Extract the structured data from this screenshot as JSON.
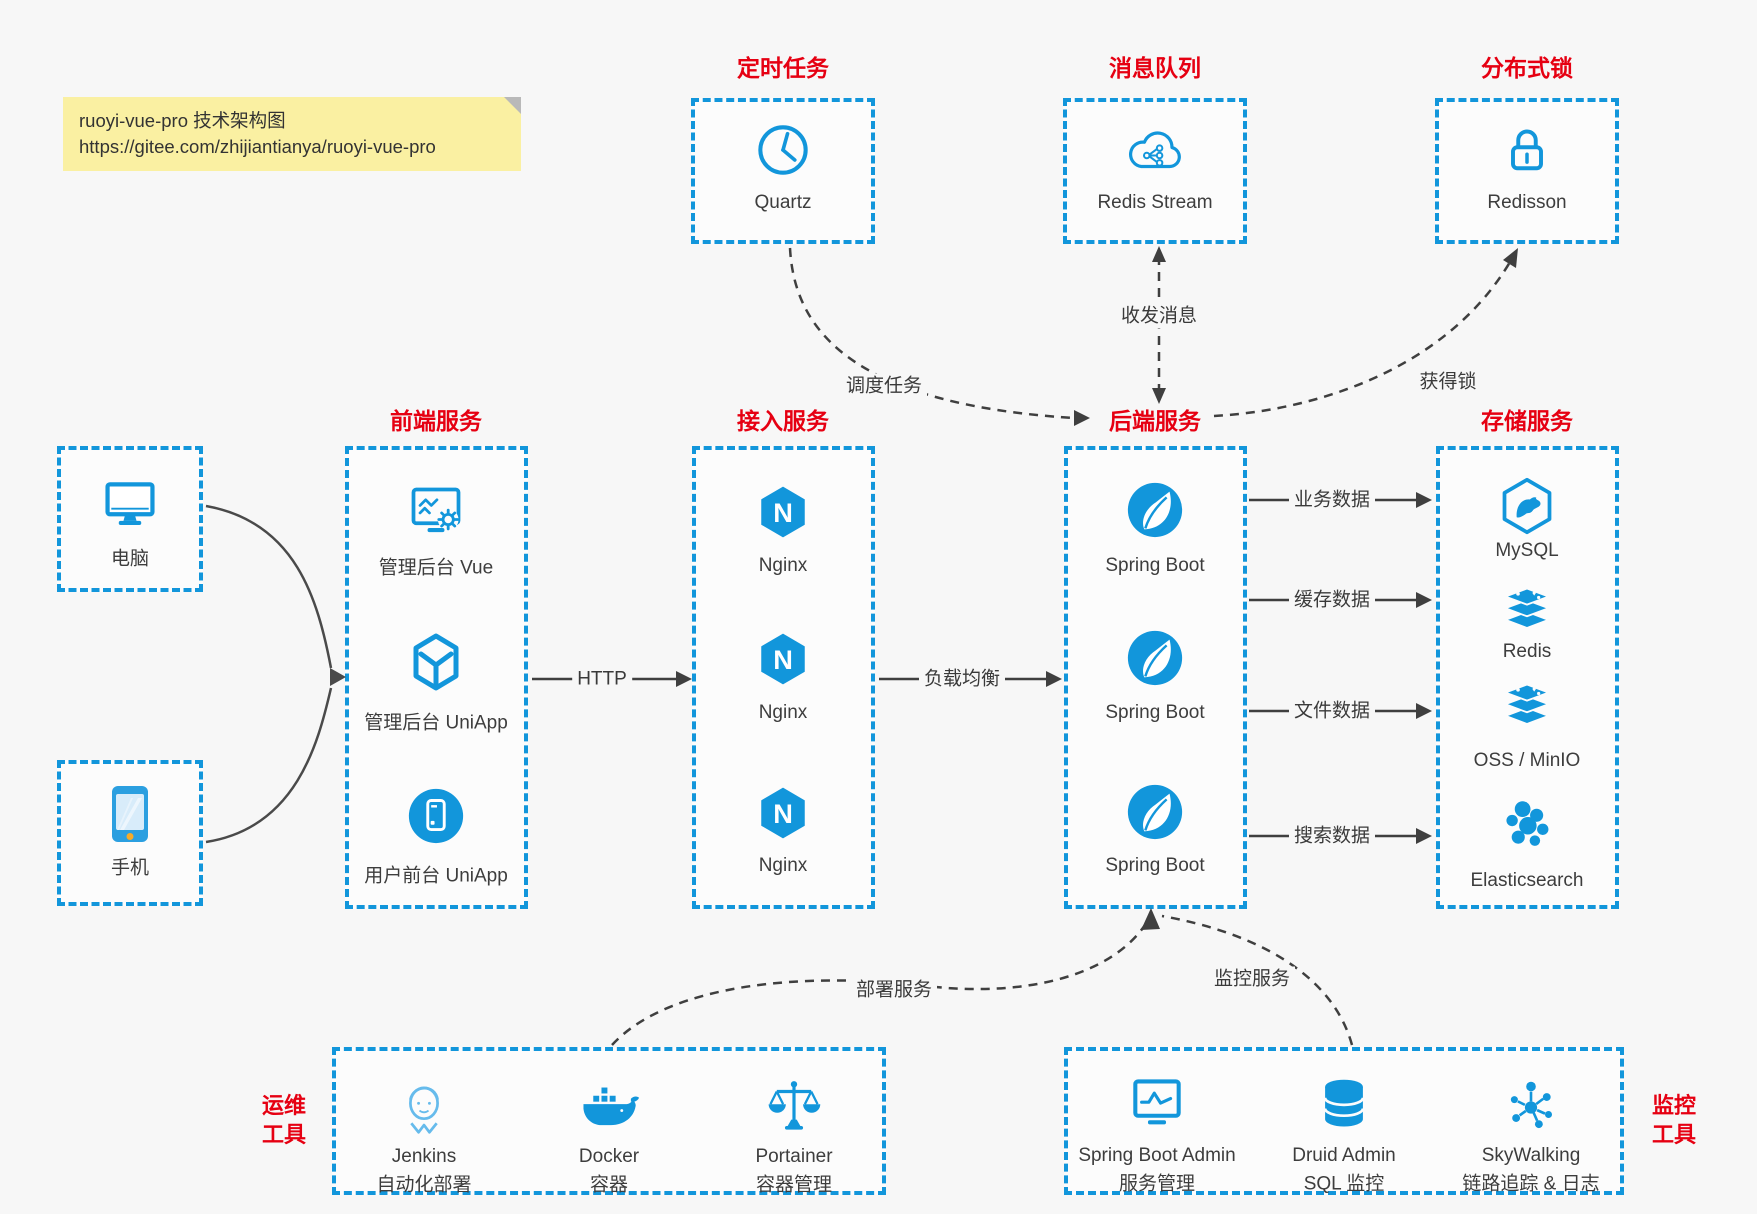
{
  "note": {
    "line1": "ruoyi-vue-pro 技术架构图",
    "line2": "https://gitee.com/zhijiantianya/ruoyi-vue-pro"
  },
  "colors": {
    "accent_blue": "#1296db",
    "title_red": "#e60012",
    "connector_dark": "#3f3f3f",
    "label_gray": "#3d3d3d",
    "note_bg": "#faf0a2",
    "page_bg": "#f7f7f7"
  },
  "top_groups": [
    {
      "title": "定时任务",
      "items": [
        {
          "icon": "clock-icon",
          "label": "Quartz"
        }
      ]
    },
    {
      "title": "消息队列",
      "items": [
        {
          "icon": "cloud-stream-icon",
          "label": "Redis Stream"
        }
      ]
    },
    {
      "title": "分布式锁",
      "items": [
        {
          "icon": "lock-icon",
          "label": "Redisson"
        }
      ]
    }
  ],
  "clients": [
    {
      "icon": "desktop-icon",
      "label": "电脑"
    },
    {
      "icon": "smartphone-icon",
      "label": "手机"
    }
  ],
  "columns": [
    {
      "title": "前端服务",
      "items": [
        {
          "icon": "admin-vue-icon",
          "label": "管理后台 Vue"
        },
        {
          "icon": "uniapp-cube-icon",
          "label": "管理后台 UniApp"
        },
        {
          "icon": "user-app-icon",
          "label": "用户前台 UniApp"
        }
      ]
    },
    {
      "title": "接入服务",
      "items": [
        {
          "icon": "nginx-icon",
          "label": "Nginx"
        },
        {
          "icon": "nginx-icon",
          "label": "Nginx"
        },
        {
          "icon": "nginx-icon",
          "label": "Nginx"
        }
      ]
    },
    {
      "title": "后端服务",
      "items": [
        {
          "icon": "spring-boot-icon",
          "label": "Spring Boot"
        },
        {
          "icon": "spring-boot-icon",
          "label": "Spring Boot"
        },
        {
          "icon": "spring-boot-icon",
          "label": "Spring Boot"
        }
      ]
    },
    {
      "title": "存储服务",
      "items": [
        {
          "icon": "mysql-icon",
          "label": "MySQL"
        },
        {
          "icon": "redis-icon",
          "label": "Redis"
        },
        {
          "icon": "storage-stack-icon",
          "label": "OSS / MinIO"
        },
        {
          "icon": "elasticsearch-icon",
          "label": "Elasticsearch"
        }
      ]
    }
  ],
  "bottom_groups": [
    {
      "title_line1": "运维",
      "title_line2": "工具",
      "items": [
        {
          "icon": "jenkins-icon",
          "label": "Jenkins",
          "sublabel": "自动化部署"
        },
        {
          "icon": "docker-icon",
          "label": "Docker",
          "sublabel": "容器"
        },
        {
          "icon": "portainer-icon",
          "label": "Portainer",
          "sublabel": "容器管理"
        }
      ]
    },
    {
      "title_line1": "监控",
      "title_line2": "工具",
      "items": [
        {
          "icon": "spring-boot-admin-icon",
          "label": "Spring Boot Admin",
          "sublabel": "服务管理"
        },
        {
          "icon": "druid-icon",
          "label": "Druid Admin",
          "sublabel": "SQL 监控"
        },
        {
          "icon": "skywalking-icon",
          "label": "SkyWalking",
          "sublabel": "链路追踪 & 日志"
        }
      ]
    }
  ],
  "edge_labels": {
    "http": "HTTP",
    "load_balance": "负载均衡",
    "schedule": "调度任务",
    "messaging": "收发消息",
    "lock": "获得锁",
    "business": "业务数据",
    "cache": "缓存数据",
    "file": "文件数据",
    "search": "搜索数据",
    "deploy": "部署服务",
    "monitor": "监控服务"
  }
}
